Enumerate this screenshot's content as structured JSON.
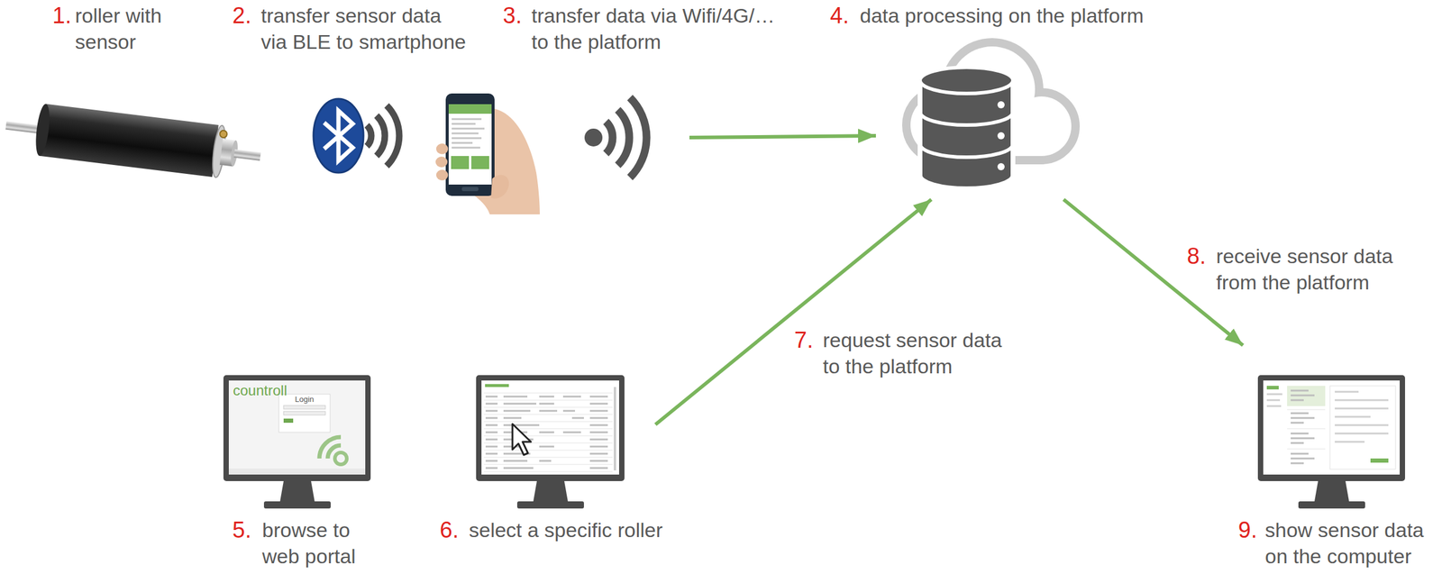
{
  "diagram": {
    "nodes": [
      {
        "text": [
          "1.",
          "roller with sensor"
        ]
      },
      {
        "text": [
          "2.",
          "transfer sensor data via BLE to smartphone"
        ]
      },
      {
        "text": [
          "3.",
          "transfer data via Wifi/4G/… to the platform"
        ]
      },
      {
        "text": [
          "4.",
          "data processing on the platform"
        ]
      },
      {
        "text": [
          "5.",
          "browse to web portal"
        ]
      },
      {
        "text": [
          "6.",
          "select a specific roller"
        ]
      },
      {
        "text": [
          "9.",
          "show sensor data on the computer"
        ]
      }
    ],
    "edges": [
      {
        "from": 2,
        "to": 3,
        "arrow": "to"
      },
      {
        "from": 5,
        "to": 3,
        "arrow": "to",
        "label": "request sensor data to the platform"
      },
      {
        "from": 3,
        "to": 6,
        "arrow": "to",
        "label": "receive sensor data from the platform"
      }
    ],
    "labels": [
      "7.",
      "8.",
      "countroll",
      "Login"
    ]
  }
}
